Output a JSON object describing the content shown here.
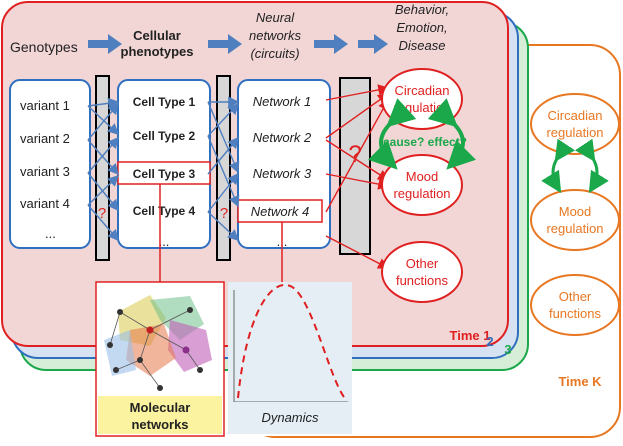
{
  "header": {
    "genotypes": "Genotypes",
    "cellular_line1": "Cellular",
    "cellular_line2": "phenotypes",
    "neural_line1": "Neural",
    "neural_line2": "networks",
    "neural_line3": "(circuits)",
    "behavior_line1": "Behavior,",
    "behavior_line2": "Emotion,",
    "behavior_line3": "Disease"
  },
  "variants": [
    "variant  1",
    "variant  2",
    "variant  3",
    "variant  4",
    "..."
  ],
  "cell_types": [
    "Cell Type 1",
    "Cell Type 2",
    "Cell Type 3",
    "Cell Type 4",
    "..."
  ],
  "networks": [
    "Network 1",
    "Network 2",
    "Network 3",
    "Network 4",
    "..."
  ],
  "question_mark": "?",
  "outcomes": {
    "circadian_line1": "Circadian",
    "circadian_line2": "regulation",
    "mood_line1": "Mood",
    "mood_line2": "regulation",
    "other_line1": "Other",
    "other_line2": "functions",
    "cause_effect": "cause? effect?"
  },
  "time_labels": {
    "time1": "Time 1",
    "time2": "2",
    "time3": "3",
    "timeK": "Time K"
  },
  "insets": {
    "molecular_line1": "Molecular",
    "molecular_line2": "networks",
    "dynamics": "Dynamics"
  },
  "colors": {
    "red": "#e02020",
    "orange": "#e87722",
    "blue": "#2f6fbf",
    "green": "#1aa84a",
    "pink_bg": "#f2d6d6",
    "arrow_blue": "#4f7fbf",
    "inset_yellow": "#fbf3a0",
    "inset_blue": "#e4eef4"
  }
}
